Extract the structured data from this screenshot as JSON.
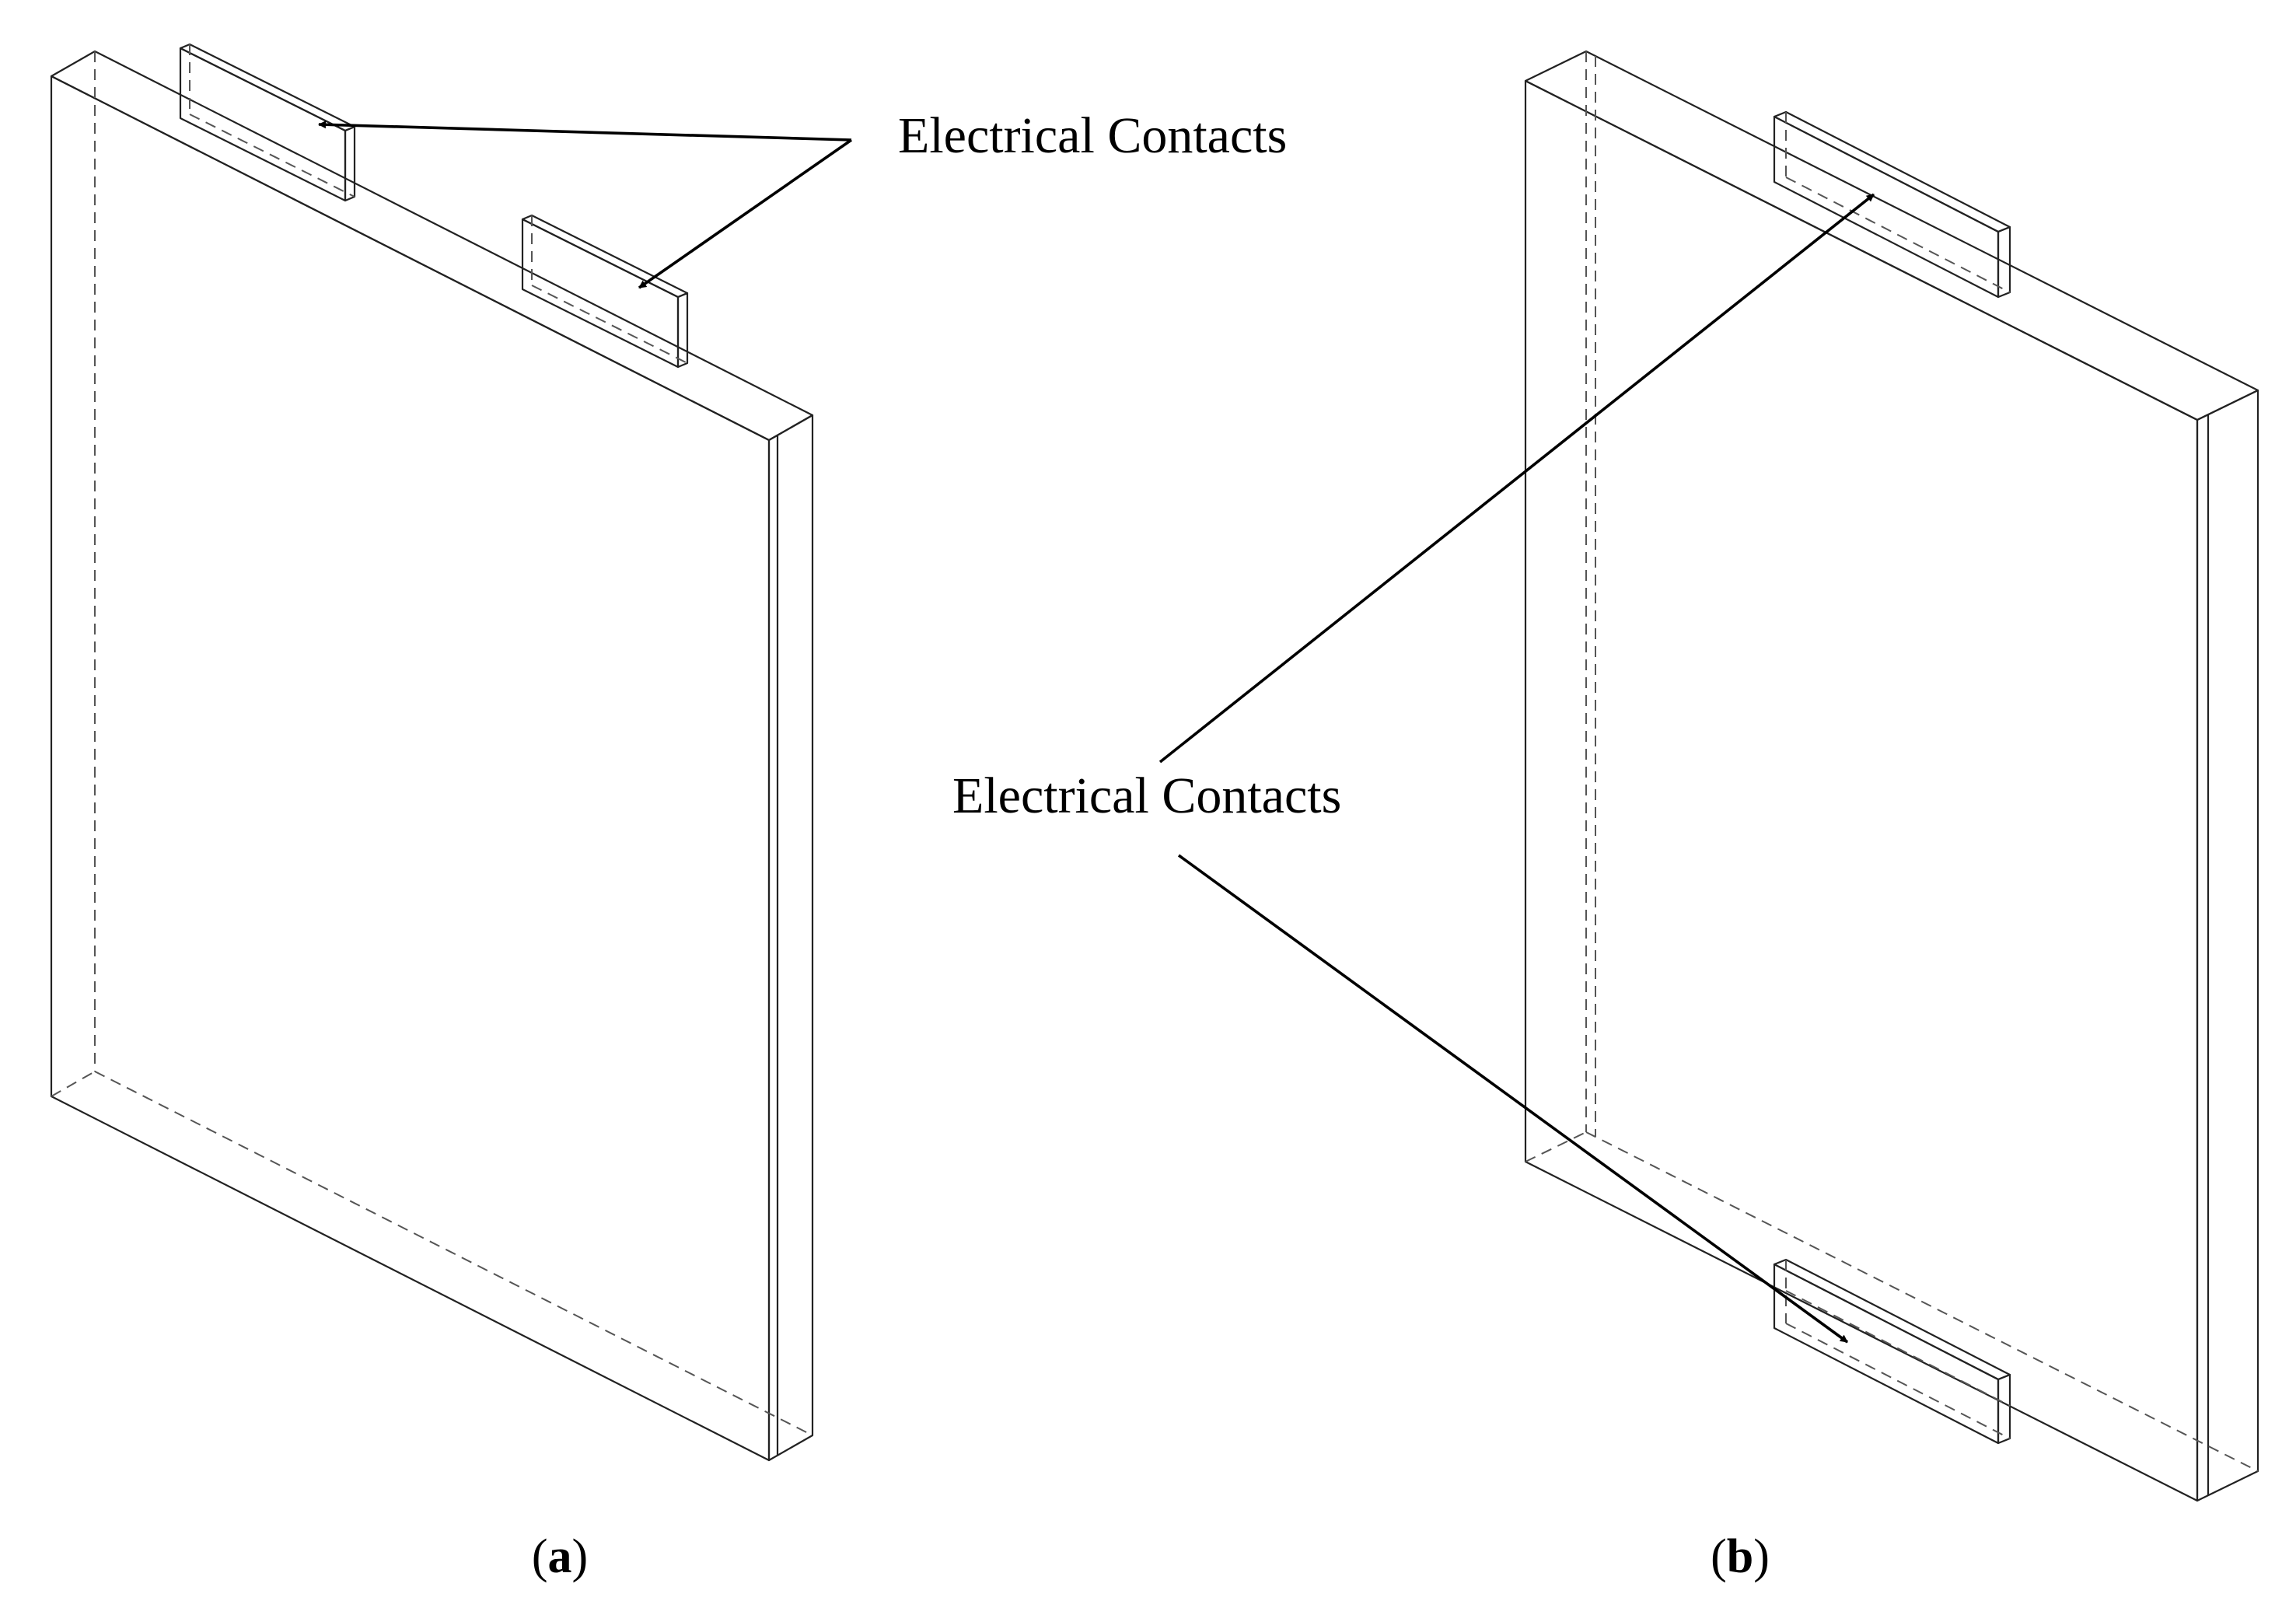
{
  "panel_a": {
    "contacts_label": "Electrical Contacts",
    "caption_open": "(",
    "caption_letter": "a",
    "caption_close": ")"
  },
  "panel_b": {
    "contacts_label": "Electrical Contacts",
    "caption_open": "(",
    "caption_letter": "b",
    "caption_close": ")"
  }
}
